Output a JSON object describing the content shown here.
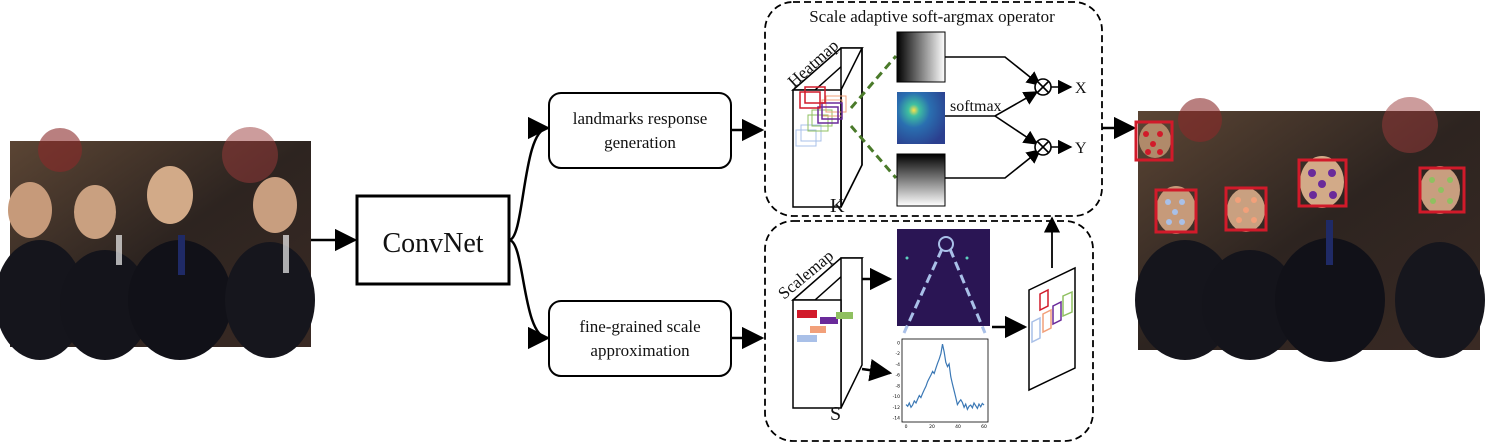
{
  "labels": {
    "convnet": "ConvNet",
    "branch_top_line1": "landmarks response",
    "branch_top_line2": "generation",
    "branch_bottom_line1": "fine-grained scale",
    "branch_bottom_line2": "approximation",
    "top_panel_title": "Scale adaptive soft-argmax operator",
    "heatmap": "Heatmap",
    "heatmap_channels": "K",
    "softmax": "softmax",
    "output_x": "X",
    "output_y": "Y",
    "scalemap": "Scalemap",
    "scalemap_channels": "S"
  },
  "plot": {
    "y_ticks": [
      "0",
      "-2",
      "-4",
      "-6",
      "-8",
      "-10",
      "-12",
      "-14"
    ],
    "x_ticks": [
      "0",
      "20",
      "40",
      "60"
    ],
    "series_y": [
      -11.5,
      -11.8,
      -11.2,
      -12.0,
      -11.6,
      -10.8,
      -11.2,
      -10.5,
      -9.8,
      -10.2,
      -9.4,
      -8.7,
      -8.1,
      -7.2,
      -6.6,
      -6.0,
      -5.3,
      -5.7,
      -4.7,
      -3.8,
      -3.0,
      -2.0,
      -0.2,
      -1.7,
      -3.6,
      -4.4,
      -3.9,
      -6.3,
      -7.7,
      -8.9,
      -10.2,
      -11.5,
      -11.0,
      -10.6,
      -11.1,
      -12.0,
      -11.4,
      -12.4,
      -11.8,
      -11.6,
      -12.1,
      -11.2,
      -11.7,
      -12.2,
      -11.4,
      -11.9,
      -11.3,
      -11.6
    ]
  },
  "colors": {
    "accent_red": "#d11a2a",
    "dashed_green": "#4a7a2a",
    "scale_circle": "#a9c0e8",
    "plot_line": "#3b78b5",
    "scalemap_bg": "#2a1554",
    "scale_colors": [
      "#d11a2a",
      "#6a2a9a",
      "#8fc060",
      "#f2a07a",
      "#a9c0e8"
    ]
  },
  "icons": {
    "photo_input": "group-photo",
    "photo_output": "group-photo-with-landmarks",
    "multiply": "circled-times"
  }
}
